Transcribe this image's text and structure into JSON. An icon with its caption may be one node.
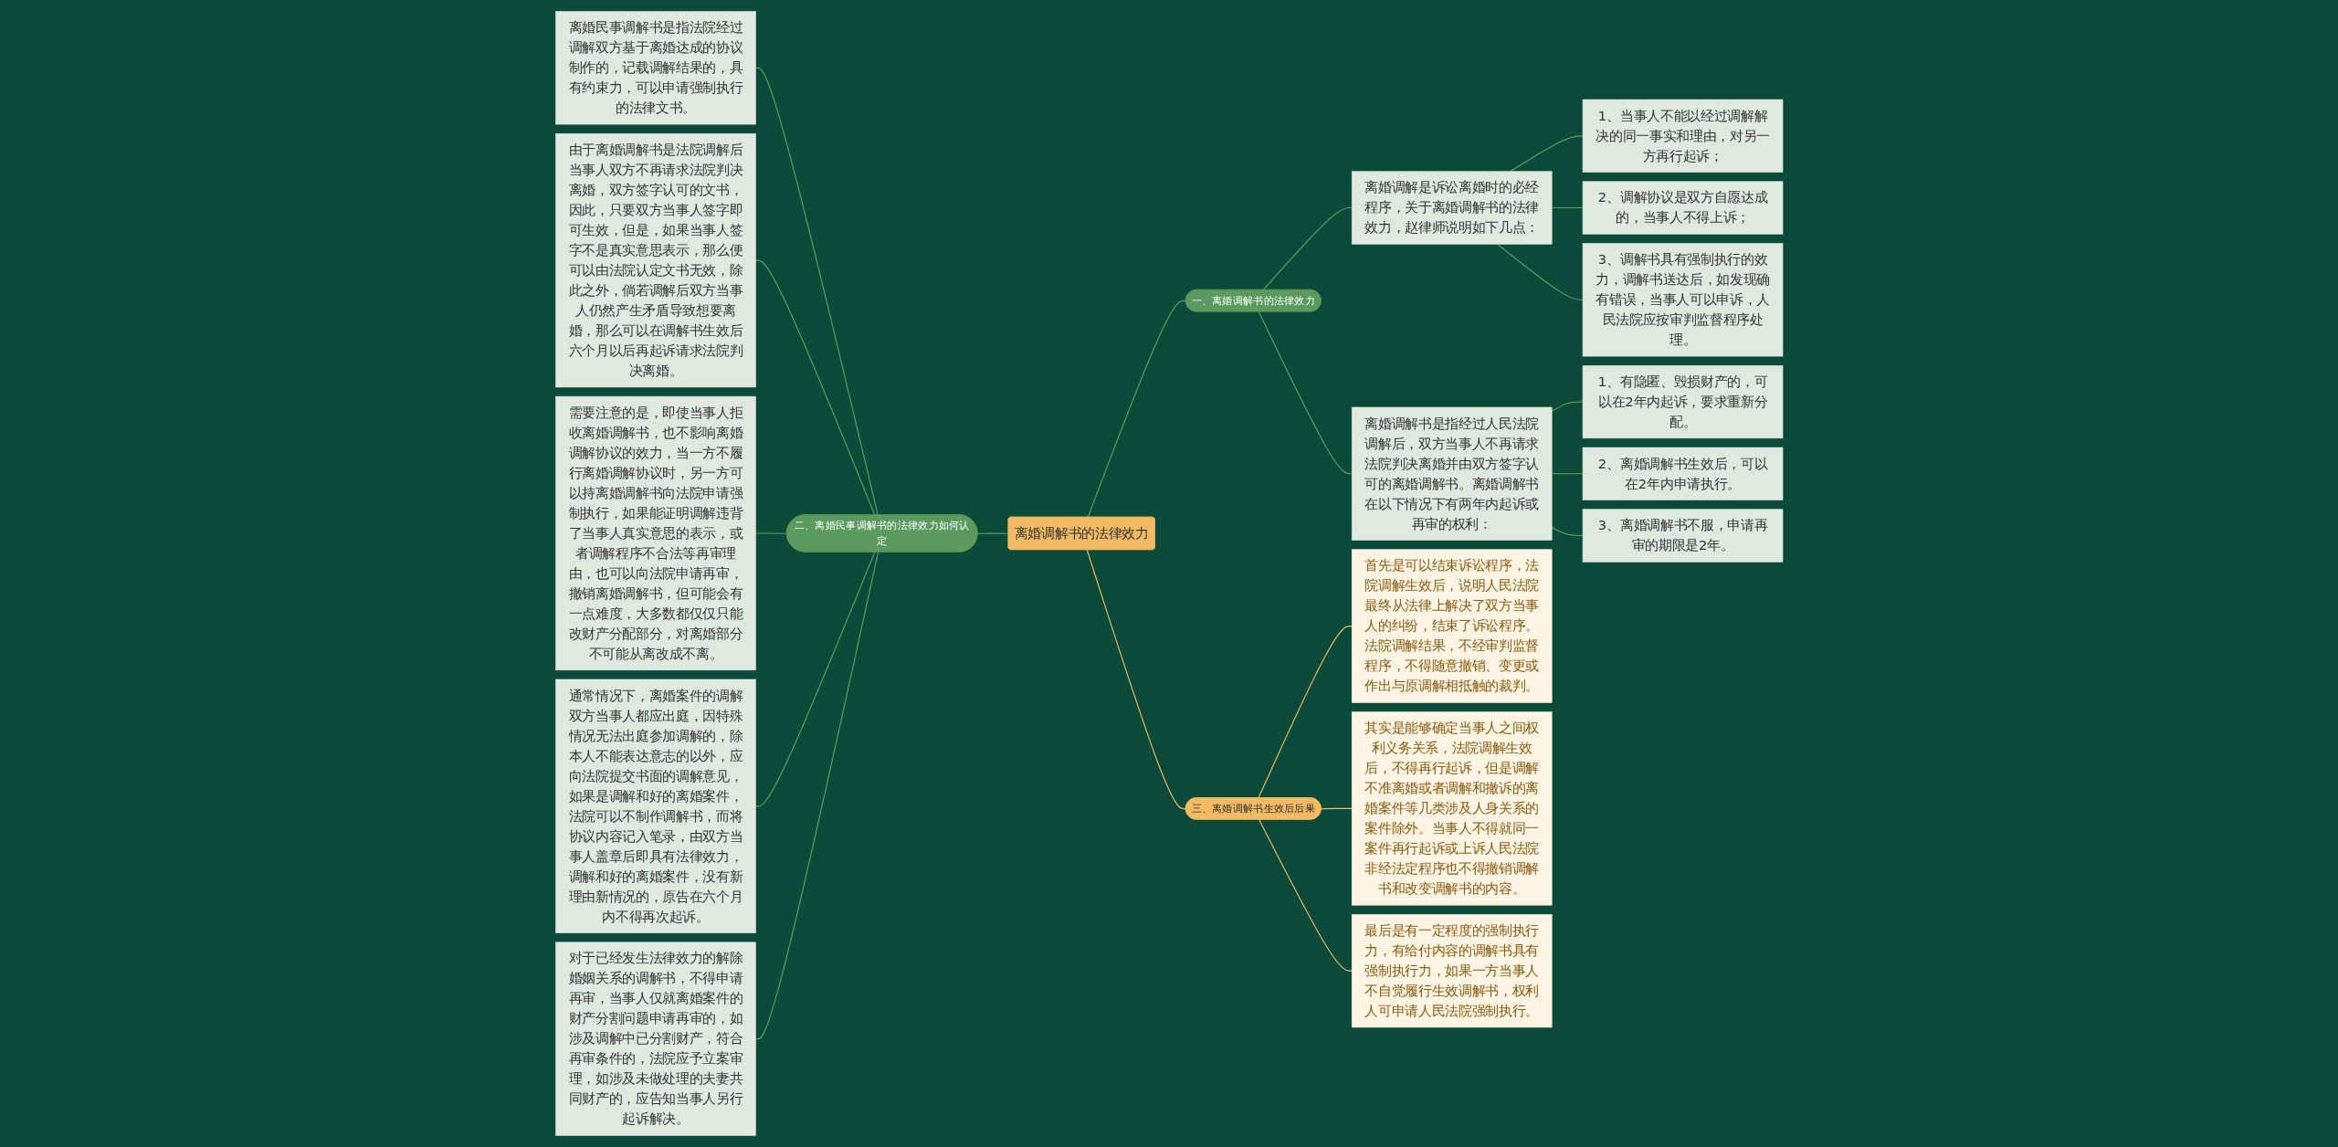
{
  "diagram": {
    "nodes": [
      {
        "text": [
          "离婚调解书的法律效力"
        ]
      },
      {
        "text": [
          "一、离婚调解书的法律效力"
        ]
      },
      {
        "text": [
          "离婚调解是诉讼离婚时的必经程序，关于离婚调解书的法律效力，赵律师说明如下几点："
        ]
      },
      {
        "text": [
          "1、当事人不能以经过调解解决的同一事实和理由，对另一方再行起诉；"
        ]
      },
      {
        "text": [
          "2、调解协议是双方自愿达成的，当事人不得上诉；"
        ]
      },
      {
        "text": [
          "3、调解书具有强制执行的效力，调解书送达后，如发现确有错误，当事人可以申诉，人民法院应按审判监督程序处理。"
        ]
      },
      {
        "text": [
          "离婚调解书是指经过人民法院调解后，双方当事人不再请求法院判决离婚并由双方签字认可的离婚调解书。离婚调解书在以下情况下有两年内起诉或再审的权利："
        ]
      },
      {
        "text": [
          "1、有隐匿、毁损财产的，可以在2年内起诉，要求重新分配。"
        ]
      },
      {
        "text": [
          "2、离婚调解书生效后，可以在2年内申请执行。"
        ]
      },
      {
        "text": [
          "3、离婚调解书不服，申请再审的期限是2年。"
        ]
      },
      {
        "text": [
          "二、离婚民事调解书的法律效力如何认定"
        ]
      },
      {
        "text": [
          "离婚民事调解书是指法院经过调解双方基于离婚达成的协议制作的，记载调解结果的，具有约束力，可以申请强制执行的法律文书。"
        ]
      },
      {
        "text": [
          "由于离婚调解书是法院调解后当事人双方不再请求法院判决离婚，双方签字认可的文书，因此，只要双方当事人签字即可生效，但是，如果当事人签字不是真实意思表示，那么便可以由法院认定文书无效，除此之外，倘若调解后双方当事人仍然产生矛盾导致想要离婚，那么可以在调解书生效后六个月以后再起诉请求法院判决离婚。"
        ]
      },
      {
        "text": [
          "需要注意的是，即使当事人拒收离婚调解书，也不影响离婚调解协议的效力，当一方不履行离婚调解协议时，另一方可以持离婚调解书向法院申请强制执行，如果能证明调解违背了当事人真实意思的表示，或者调解程序不合法等再审理由，也可以向法院申请再审，撤销离婚调解书，但可能会有一点难度，大多数都仅仅只能改财产分配部分，对离婚部分不可能从离改成不离。"
        ]
      },
      {
        "text": [
          "通常情况下，离婚案件的调解双方当事人都应出庭，因特殊情况无法出庭参加调解的，除本人不能表达意志的以外，应向法院提交书面的调解意见，如果是调解和好的离婚案件，法院可以不制作调解书，而将协议内容记入笔录，由双方当事人盖章后即具有法律效力，调解和好的离婚案件，没有新理由新情况的，原告在六个月内不得再次起诉。"
        ]
      },
      {
        "text": [
          "对于已经发生法律效力的解除婚姻关系的调解书，不得申请再审，当事人仅就离婚案件的财产分割问题申请再审的，如涉及调解中已分割财产，符合再审条件的，法院应予立案审理，如涉及未做处理的夫妻共同财产的，应告知当事人另行起诉解决。"
        ]
      },
      {
        "text": [
          "三、离婚调解书生效后后果"
        ]
      },
      {
        "text": [
          "首先是可以结束诉讼程序，法院调解生效后，说明人民法院最终从法律上解决了双方当事人的纠纷，结束了诉讼程序。法院调解结果，不经审判监督程序，不得随意撤销、变更或作出与原调解相抵触的裁判。"
        ]
      },
      {
        "text": [
          "其实是能够确定当事人之间权利义务关系，法院调解生效后，不得再行起诉，但是调解不准离婚或者调解和撤诉的离婚案件等几类涉及人身关系的案件除外。当事人不得就同一案件再行起诉或上诉人民法院非经法定程序也不得撤销调解书和改变调解书的内容。"
        ]
      },
      {
        "text": [
          "最后是有一定程度的强制执行力，有给付内容的调解书具有强制执行力，如果一方当事人不自觉履行生效调解书，权利人可申请人民法院强制执行。"
        ]
      }
    ],
    "edges": [
      {
        "from": 0,
        "to": 1,
        "arrow": "none"
      },
      {
        "from": 1,
        "to": 2,
        "arrow": "none"
      },
      {
        "from": 2,
        "to": 3,
        "arrow": "none"
      },
      {
        "from": 2,
        "to": 4,
        "arrow": "none"
      },
      {
        "from": 2,
        "to": 5,
        "arrow": "none"
      },
      {
        "from": 1,
        "to": 6,
        "arrow": "none"
      },
      {
        "from": 6,
        "to": 7,
        "arrow": "none"
      },
      {
        "from": 6,
        "to": 8,
        "arrow": "none"
      },
      {
        "from": 6,
        "to": 9,
        "arrow": "none"
      },
      {
        "from": 0,
        "to": 10,
        "arrow": "none"
      },
      {
        "from": 10,
        "to": 11,
        "arrow": "none"
      },
      {
        "from": 10,
        "to": 12,
        "arrow": "none"
      },
      {
        "from": 10,
        "to": 13,
        "arrow": "none"
      },
      {
        "from": 10,
        "to": 14,
        "arrow": "none"
      },
      {
        "from": 10,
        "to": 15,
        "arrow": "none"
      },
      {
        "from": 0,
        "to": 16,
        "arrow": "none",
        "color": "#e8c06a"
      },
      {
        "from": 16,
        "to": 17,
        "arrow": "none",
        "color": "#e8c06a"
      },
      {
        "from": 16,
        "to": 18,
        "arrow": "none",
        "color": "#e8c06a"
      },
      {
        "from": 16,
        "to": 19,
        "arrow": "none",
        "color": "#e8c06a"
      }
    ]
  }
}
